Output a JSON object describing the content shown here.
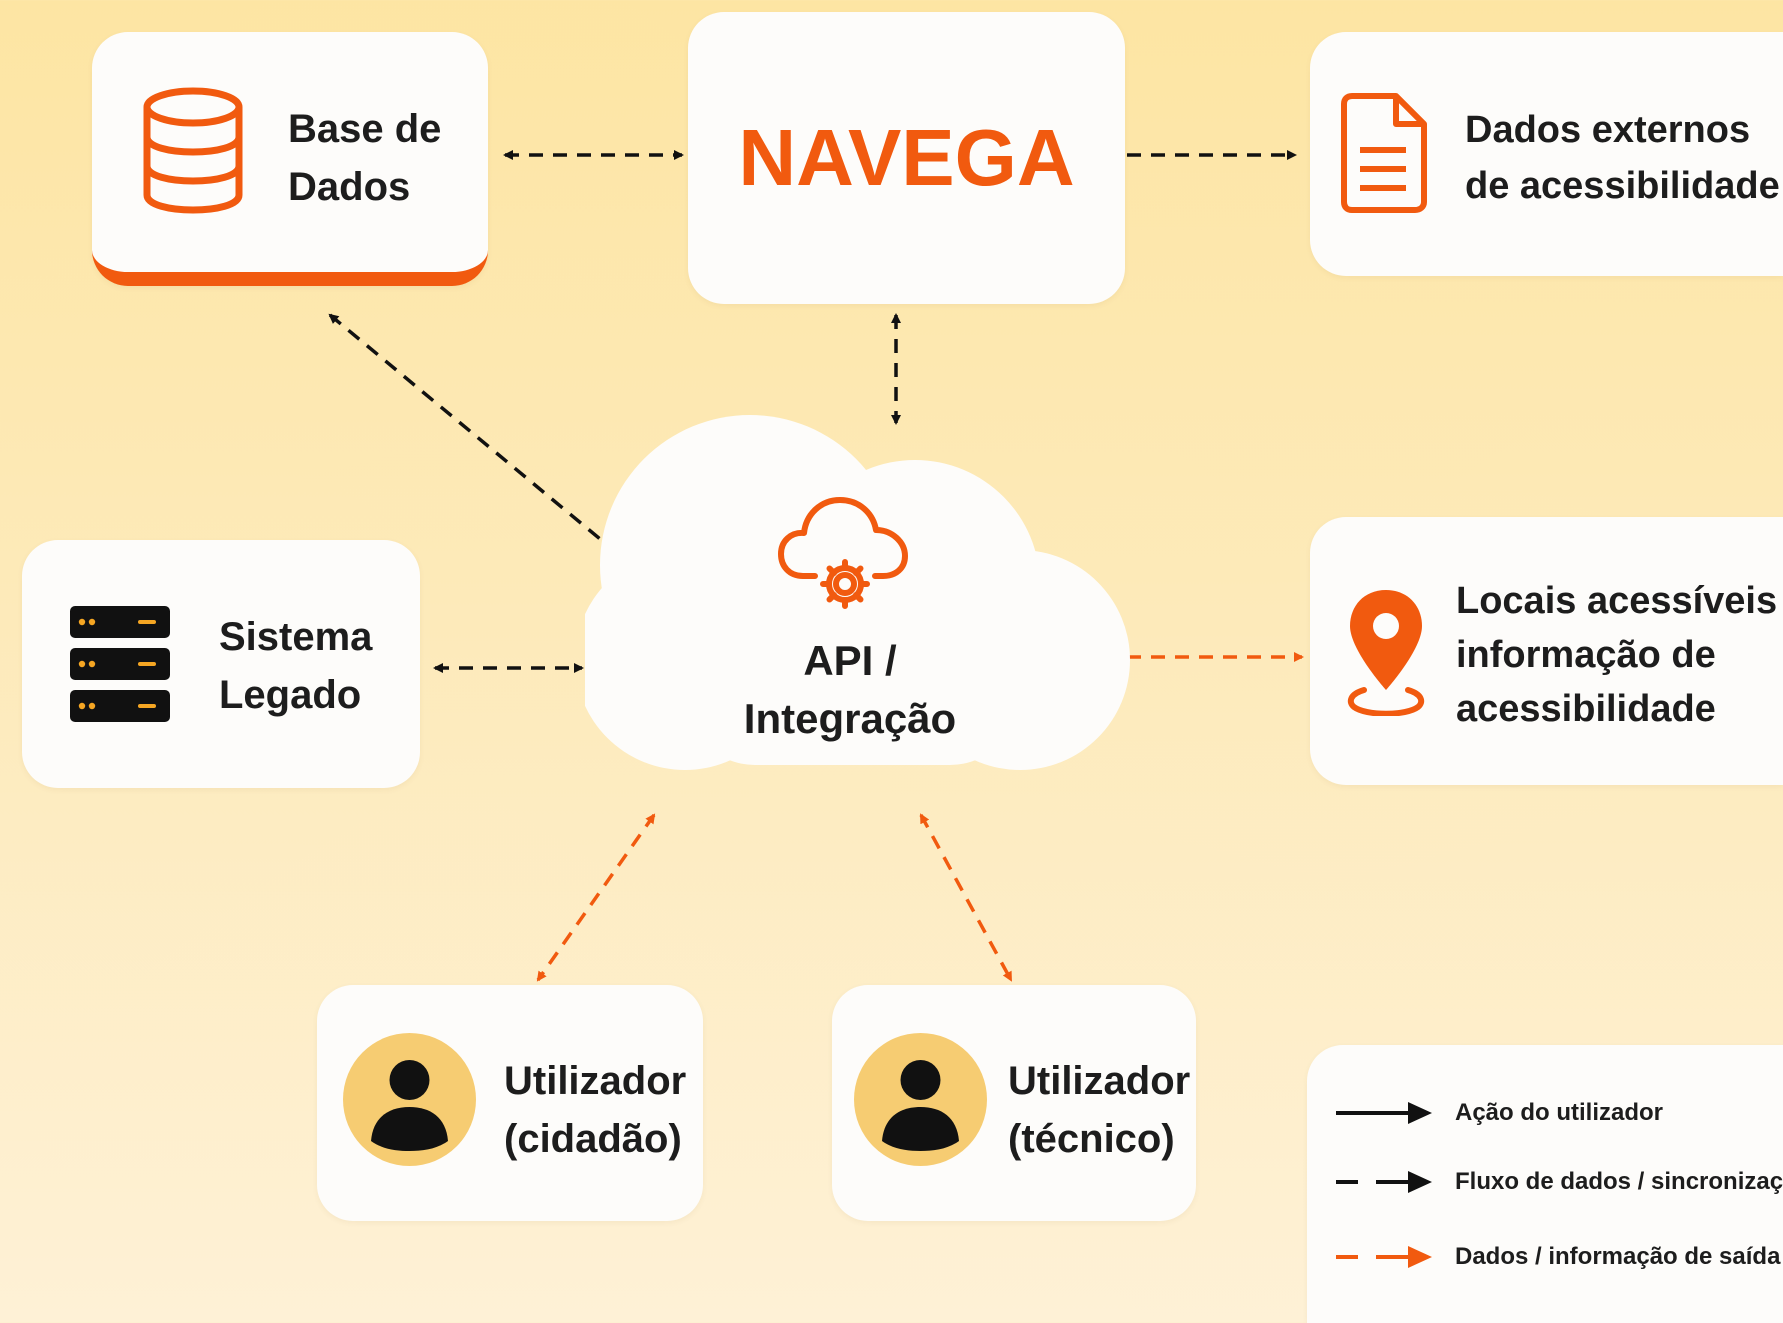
{
  "colors": {
    "accent": "#f15a0f",
    "box_background": "#fdfcfa",
    "dark": "#111111",
    "avatar": "#f6cc72"
  },
  "nodes": {
    "database": {
      "line1": "Base de",
      "line2": "Dados",
      "icon": "database-icon"
    },
    "navega": {
      "title": "NAVEGA"
    },
    "external_data": {
      "line1": "Dados externos",
      "line2": "de acessibilidade",
      "icon": "document-icon"
    },
    "legacy_system": {
      "line1": "Sistema",
      "line2": "Legado",
      "icon": "server-icon"
    },
    "api": {
      "line1": "API /",
      "line2": "Integração",
      "icon": "cloud-gear-icon"
    },
    "accessible_places": {
      "line1": "Locais acessíveis +",
      "line2": "informação de",
      "line3": "acessibilidade",
      "icon": "map-pin-icon"
    },
    "citizen_user": {
      "line1": "Utilizador",
      "line2": "(cidadão)",
      "icon": "user-icon"
    },
    "technician_user": {
      "line1": "Utilizador",
      "line2": "(técnico)",
      "icon": "user-icon"
    }
  },
  "legend": {
    "items": [
      {
        "label": "Ação do utilizador",
        "style": "solid-black"
      },
      {
        "label": "Fluxo de dados / sincronização",
        "style": "dashed-black"
      },
      {
        "label": "Dados / informação de saída",
        "style": "dashed-orange"
      }
    ]
  }
}
